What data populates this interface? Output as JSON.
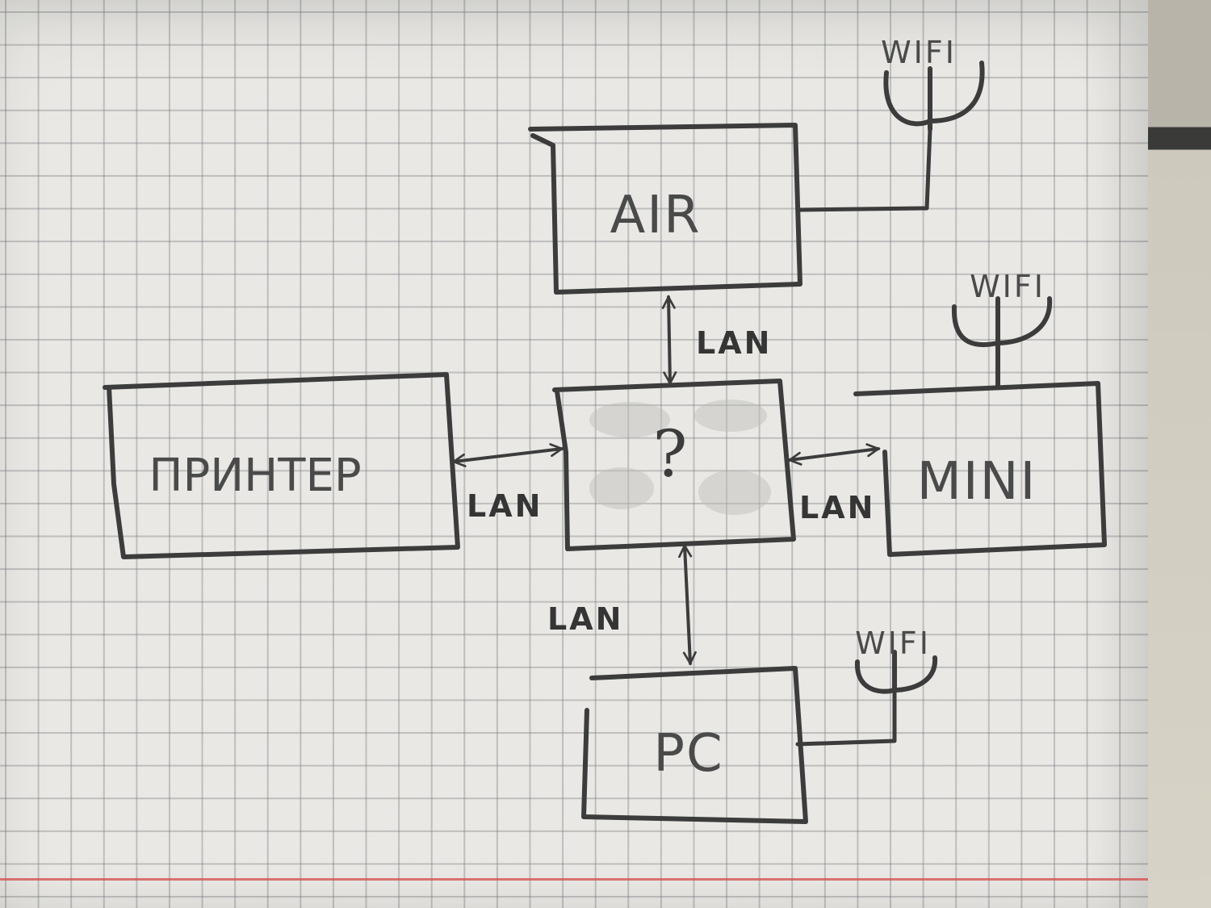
{
  "nodes": {
    "air": "AIR",
    "printer": "ПРИНТЕР",
    "unknown": "?",
    "mini": "MINI",
    "pc": "PC"
  },
  "links": {
    "air_hub": "LAN",
    "printer_hub": "LAN",
    "hub_mini": "LAN",
    "hub_pc": "LAN"
  },
  "antennas": {
    "air": "WIFI",
    "mini": "WIFI",
    "pc": "WIFI"
  },
  "colors": {
    "paper": "#e9e8e4",
    "grid": "#8f8f95",
    "pencil": "#3c3c3c",
    "margin_line": "#d64a4a"
  }
}
